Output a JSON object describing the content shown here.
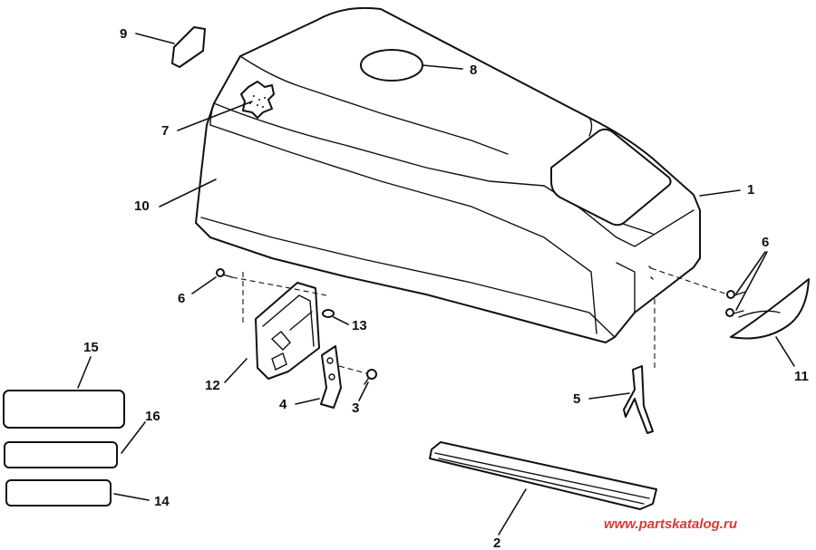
{
  "callouts": {
    "c1": "1",
    "c2": "2",
    "c3": "3",
    "c4": "4",
    "c5": "5",
    "c6a": "6",
    "c6b": "6",
    "c7": "7",
    "c8": "8",
    "c9": "9",
    "c10": "10",
    "c11": "11",
    "c12": "12",
    "c13": "13",
    "c14": "14",
    "c15": "15",
    "c16": "16"
  },
  "watermark": "www.partskatalog.ru",
  "colors": {
    "line": "#111111",
    "watermark": "#d93a3a",
    "background": "#ffffff"
  }
}
